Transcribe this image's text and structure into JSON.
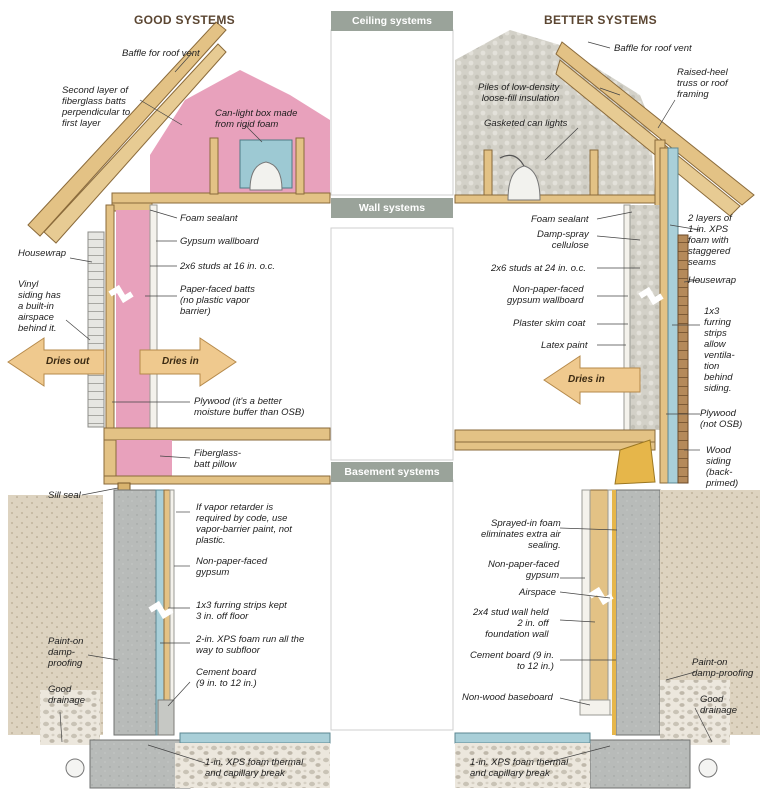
{
  "titles": {
    "left": "GOOD SYSTEMS",
    "right": "BETTER SYSTEMS"
  },
  "sections": {
    "ceiling": "Ceiling systems",
    "wall": "Wall systems",
    "basement": "Basement systems"
  },
  "left_labels": {
    "baffle": "Baffle for roof vent",
    "second_layer": "Second layer of\nfiberglass batts\nperpendicular to\nfirst layer",
    "can_light": "Can-light box made\nfrom rigid foam",
    "foam_sealant": "Foam sealant",
    "gypsum": "Gypsum wallboard",
    "studs": "2x6 studs at 16 in. o.c.",
    "paper_batts": "Paper-faced batts\n(no plastic vapor\nbarrier)",
    "housewrap": "Housewrap",
    "vinyl": "Vinyl\nsiding has\na built-in\nairspace\nbehind it.",
    "plywood": "Plywood (it's a better\nmoisture buffer than OSB)",
    "pillow": "Fiberglass-\nbatt pillow",
    "sill_seal": "Sill seal",
    "vapor": "If vapor retarder is\nrequired by code, use\nvapor-barrier paint, not\nplastic.",
    "non_paper": "Non-paper-faced\ngypsum",
    "furring": "1x3 furring strips kept\n3 in. off floor",
    "xps": "2-in. XPS foam run all the\nway to subfloor",
    "cement": "Cement board\n(9 in. to 12 in.)",
    "damp": "Paint-on\ndamp-\nproofing",
    "drainage": "Good\ndrainage",
    "break": "1-in. XPS foam thermal\nand capillary break"
  },
  "right_labels": {
    "baffle": "Baffle for roof vent",
    "raised_heel": "Raised-heel\ntruss or roof\nframing",
    "loose_fill": "Piles of low-density\nloose-fill insulation",
    "gasketed": "Gasketed can lights",
    "foam_sealant": "Foam sealant",
    "damp_spray": "Damp-spray\ncellulose",
    "xps_layers": "2 layers of\n1-in. XPS\nfoam with\nstaggered\nseams",
    "studs": "2x6 studs at 24 in. o.c.",
    "housewrap": "Housewrap",
    "non_paper": "Non-paper-faced\ngypsum wallboard",
    "skim": "Plaster skim coat",
    "furring": "1x3\nfurring\nstrips\nallow\nventila-\ntion\nbehind\nsiding.",
    "latex": "Latex paint",
    "plywood": "Plywood\n(not OSB)",
    "wood_siding": "Wood\nsiding\n(back-\nprimed)",
    "sprayed": "Sprayed-in foam\neliminates extra air\nsealing.",
    "non_paper_b": "Non-paper-faced\ngypsum",
    "airspace": "Airspace",
    "stud_wall": "2x4 stud wall held\n2 in. off\nfoundation wall",
    "cement": "Cement board (9 in.\nto 12 in.)",
    "damp": "Paint-on\ndamp-proofing",
    "baseboard": "Non-wood baseboard",
    "drainage": "Good\ndrainage",
    "break": "1-in. XPS foam thermal\nand capillary break"
  },
  "arrows": {
    "dries_out": "Dries out",
    "dries_in_left": "Dries in",
    "dries_in_right": "Dries in"
  },
  "colors": {
    "wood": "#e3c285",
    "pink": "#e8a1bc",
    "concrete": "#b8bbb9",
    "foam_blue": "#a9cfd8",
    "cellulose": "#d2d0c6",
    "arrow": "#efc98e",
    "section": "#9aa39a",
    "title": "#5b4632"
  }
}
